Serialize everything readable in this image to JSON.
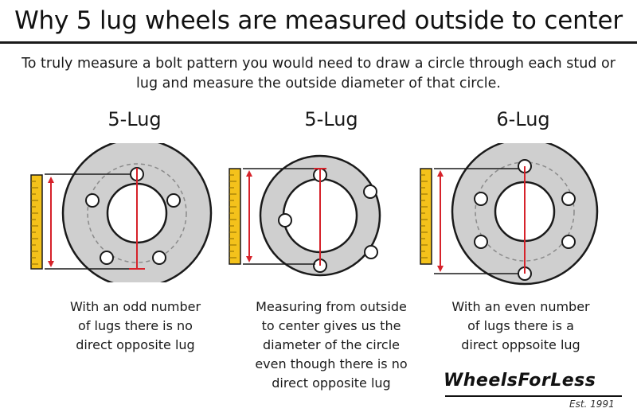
{
  "title": "Why 5 lug wheels are measured outside to center",
  "intro": "To truly measure a bolt pattern you would need to draw a circle through each stud or lug and measure the outside diameter of that circle.",
  "panels": [
    {
      "heading": "5-Lug",
      "caption_lines": [
        "With an odd number",
        "of lugs there is no",
        "direct opposite lug"
      ]
    },
    {
      "heading": "5-Lug",
      "caption_lines": [
        "Measuring from outside",
        "to center gives us the",
        "diameter of the circle",
        "even though there is no",
        "direct opposite lug"
      ]
    },
    {
      "heading": "6-Lug",
      "caption_lines": [
        "With an even number",
        "of lugs there is a",
        "direct oppsoite lug"
      ]
    }
  ],
  "logo": {
    "brand": "WheelsForLess",
    "tagline": "Est. 1991"
  },
  "colors": {
    "wheel_fill": "#cfcfcf",
    "wheel_outline": "#1a1a1a",
    "measure_line": "#d6222a",
    "ruler_fill": "#f4c21b"
  }
}
